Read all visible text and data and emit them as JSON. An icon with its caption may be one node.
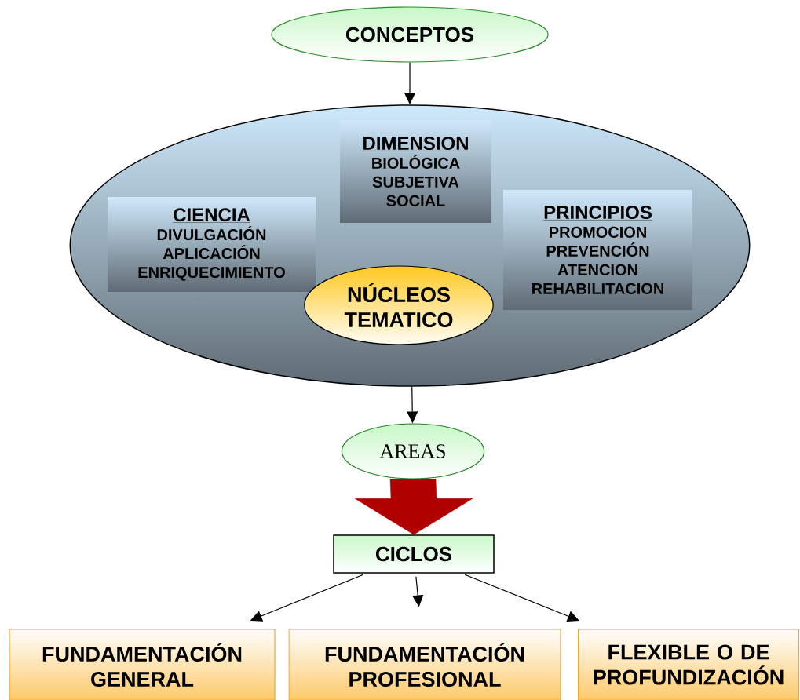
{
  "diagram": {
    "nodes": [
      {
        "text": [
          "CONCEPTOS"
        ]
      },
      {
        "text": [],
        "shape": "ellipse"
      },
      {
        "text": [
          "DIMENSION",
          "BIOLÓGICA SUBJETIVA SOCIAL"
        ],
        "in": 1
      },
      {
        "text": [
          "CIENCIA",
          "DIVULGACIÓN APLICACIÓN ENRIQUECIMIENTO"
        ],
        "in": 1
      },
      {
        "text": [
          "PRINCIPIOS",
          "PROMOCION PREVENCIÓN ATENCION REHABILITACION"
        ],
        "in": 1
      },
      {
        "text": [
          "NÚCLEOS TEMATICO"
        ],
        "in": 1
      },
      {
        "text": [
          "AREAS"
        ]
      },
      {
        "text": [
          "CICLOS"
        ]
      },
      {
        "text": [
          "FUNDAMENTACIÓN GENERAL"
        ]
      },
      {
        "text": [
          "FUNDAMENTACIÓN PROFESIONAL"
        ]
      },
      {
        "text": [
          "FLEXIBLE O DE PROFUNDIZACIÓN"
        ]
      }
    ],
    "edges": [
      {
        "from": 0,
        "to": 1,
        "arrow": "to"
      },
      {
        "from": 1,
        "to": 6,
        "arrow": "to"
      },
      {
        "from": 6,
        "to": 7,
        "arrow": "to",
        "style": "thick",
        "color": "#b00000"
      },
      {
        "from": 7,
        "to": 8,
        "arrow": "to"
      },
      {
        "from": 7,
        "to": 9,
        "arrow": "to"
      },
      {
        "from": 7,
        "to": 10,
        "arrow": "to"
      }
    ]
  }
}
